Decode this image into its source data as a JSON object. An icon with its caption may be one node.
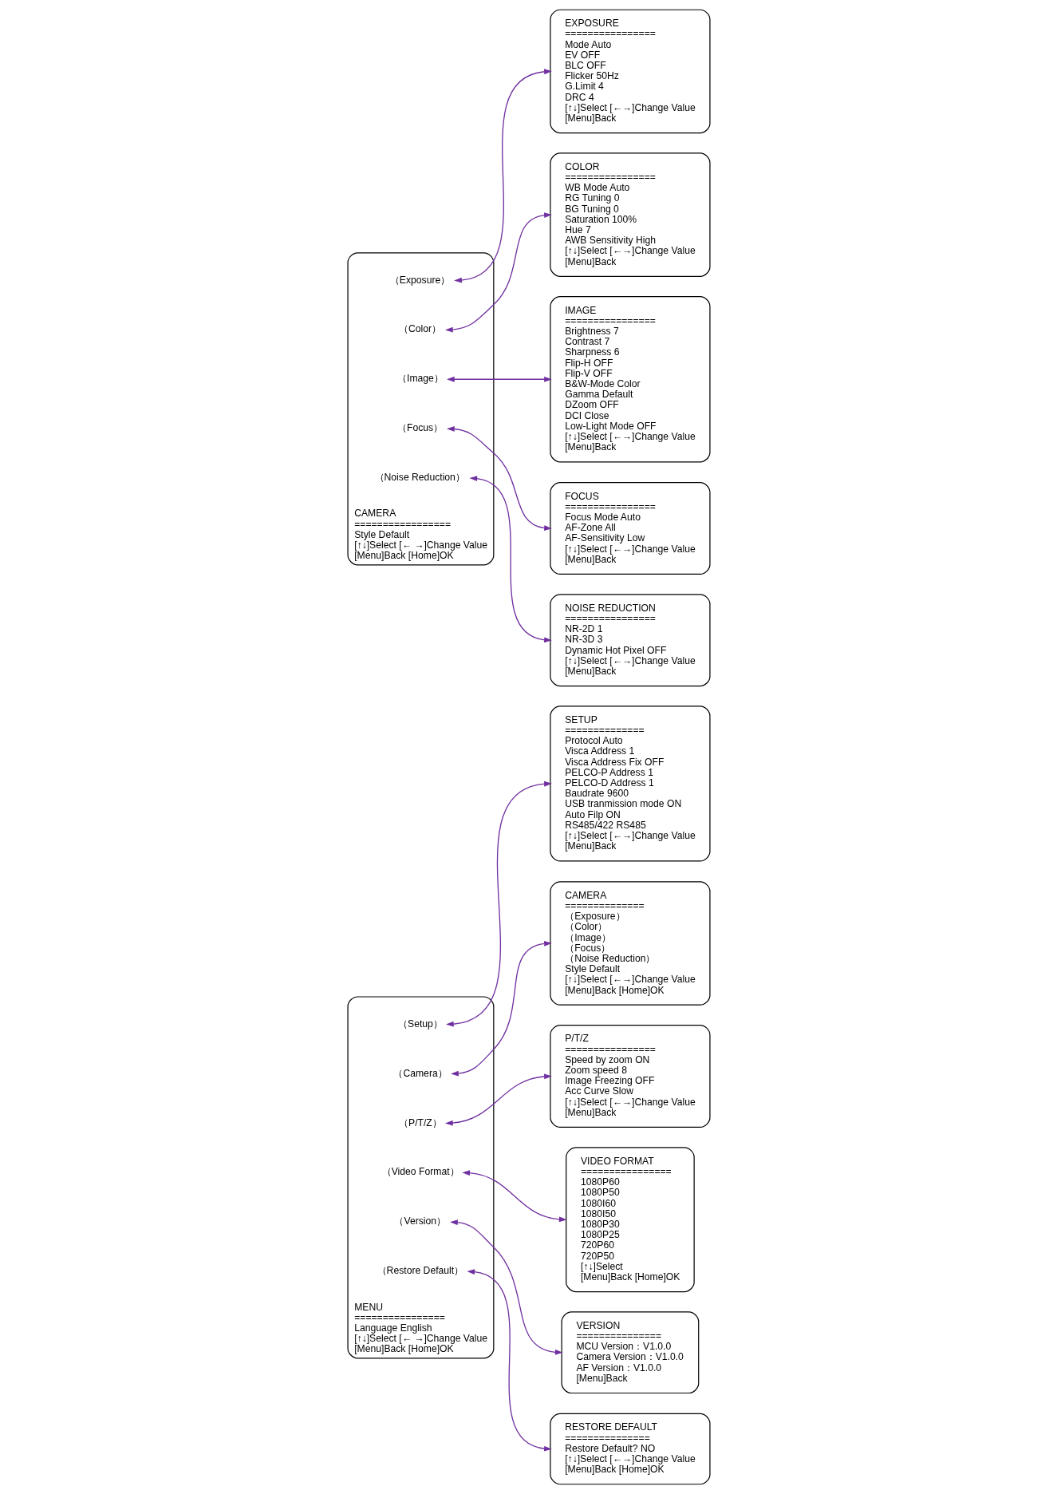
{
  "diagram": {
    "nodes": [
      {
        "text": [
          "MENU",
          "================",
          "Language English",
          "[↑↓]Select [← →]Change Value",
          "[Menu]Back [Home]OK"
        ]
      },
      {
        "text": [
          "（Setup）"
        ],
        "in": 0
      },
      {
        "text": [
          "（Camera）"
        ],
        "in": 0
      },
      {
        "text": [
          "（P/T/Z）"
        ],
        "in": 0
      },
      {
        "text": [
          "（Video Format）"
        ],
        "in": 0
      },
      {
        "text": [
          "（Version）"
        ],
        "in": 0
      },
      {
        "text": [
          "（Restore Default）"
        ],
        "in": 0
      },
      {
        "text": [
          "SETUP",
          "==============",
          "Protocol Auto",
          "Visca Address 1",
          "Visca Address Fix OFF",
          "PELCO-P Address 1",
          "PELCO-D Address 1",
          "Baudrate 9600",
          "USB tranmission mode ON",
          "Auto Filp ON",
          "RS485/422 RS485",
          "[↑↓]Select [←→]Change Value",
          "[Menu]Back"
        ]
      },
      {
        "text": [
          "CAMERA",
          "==============",
          "（Exposure）",
          "（Color）",
          "（Image）",
          "（Focus）",
          "（Noise Reduction）",
          "Style Default",
          "[↑↓]Select [←→]Change Value",
          "[Menu]Back [Home]OK"
        ]
      },
      {
        "text": [
          "P/T/Z",
          "================",
          "Speed by zoom ON",
          "Zoom speed 8",
          "Image Freezing OFF",
          "Acc Curve Slow",
          "[↑↓]Select [←→]Change Value",
          "[Menu]Back"
        ]
      },
      {
        "text": [
          "VIDEO FORMAT",
          "================",
          "1080P60",
          "1080P50",
          "1080I60",
          "1080I50",
          "1080P30",
          "1080P25",
          "720P60",
          "720P50",
          "[↑↓]Select",
          "[Menu]Back [Home]OK"
        ]
      },
      {
        "text": [
          "RESTORE DEFAULT",
          "===============",
          "Restore Default? NO",
          "[↑↓]Select [←→]Change Value",
          "[Menu]Back [Home]OK"
        ]
      },
      {
        "text": [
          "VERSION",
          "===============",
          "MCU Version：V1.0.0",
          "Camera Version：V1.0.0",
          "AF Version：V1.0.0",
          "[Menu]Back"
        ]
      },
      {
        "text": [
          "CAMERA",
          "=================",
          "Style Default",
          "[↑↓]Select [← →]Change Value",
          "[Menu]Back [Home]OK"
        ]
      },
      {
        "text": [
          "（Exposure）"
        ],
        "in": 13
      },
      {
        "text": [
          "（Color）"
        ],
        "in": 13
      },
      {
        "text": [
          "（Image）"
        ],
        "in": 13
      },
      {
        "text": [
          "（Focus）"
        ],
        "in": 13
      },
      {
        "text": [
          "（Noise Reduction）"
        ],
        "in": 13
      },
      {
        "text": [
          "EXPOSURE",
          "================",
          "Mode Auto",
          "EV OFF",
          "BLC OFF",
          "Flicker 50Hz",
          "G.Limit 4",
          "DRC 4",
          "[↑↓]Select [←→]Change Value",
          "[Menu]Back"
        ]
      },
      {
        "text": [
          "COLOR",
          "================",
          "WB Mode Auto",
          "RG Tuning 0",
          "BG Tuning 0",
          "Saturation 100%",
          "Hue 7",
          "AWB Sensitivity High",
          "[↑↓]Select [←→]Change Value",
          "[Menu]Back"
        ]
      },
      {
        "text": [
          "FOCUS",
          "================",
          "Focus Mode Auto",
          "AF-Zone All",
          "AF-Sensitivity Low",
          "[↑↓]Select [←→]Change Value",
          "[Menu]Back"
        ]
      },
      {
        "text": [
          "IMAGE",
          "================",
          "Brightness 7",
          "Contrast 7",
          "Sharpness 6",
          "Flip-H OFF",
          "Flip-V OFF",
          "B&W-Mode Color",
          "Gamma Default",
          "DZoom OFF",
          "DCI Close",
          "Low-Light Mode OFF",
          "[↑↓]Select [←→]Change Value",
          "[Menu]Back"
        ]
      },
      {
        "text": [
          "NOISE REDUCTION",
          "================",
          "NR-2D 1",
          "NR-3D 3",
          "Dynamic Hot Pixel OFF",
          "[↑↓]Select [←→]Change Value",
          "[Menu]Back"
        ]
      }
    ],
    "edges": [
      {
        "from": 1,
        "to": 7,
        "arrow": "both"
      },
      {
        "from": 2,
        "to": 8,
        "arrow": "both"
      },
      {
        "from": 3,
        "to": 9,
        "arrow": "both"
      },
      {
        "from": 4,
        "to": 10,
        "arrow": "both"
      },
      {
        "from": 5,
        "to": 12,
        "arrow": "both"
      },
      {
        "from": 6,
        "to": 11,
        "arrow": "both"
      },
      {
        "from": 14,
        "to": 19,
        "arrow": "both"
      },
      {
        "from": 15,
        "to": 20,
        "arrow": "both"
      },
      {
        "from": 16,
        "to": 22,
        "arrow": "both"
      },
      {
        "from": 17,
        "to": 21,
        "arrow": "both"
      },
      {
        "from": 18,
        "to": 23,
        "arrow": "both"
      }
    ]
  }
}
